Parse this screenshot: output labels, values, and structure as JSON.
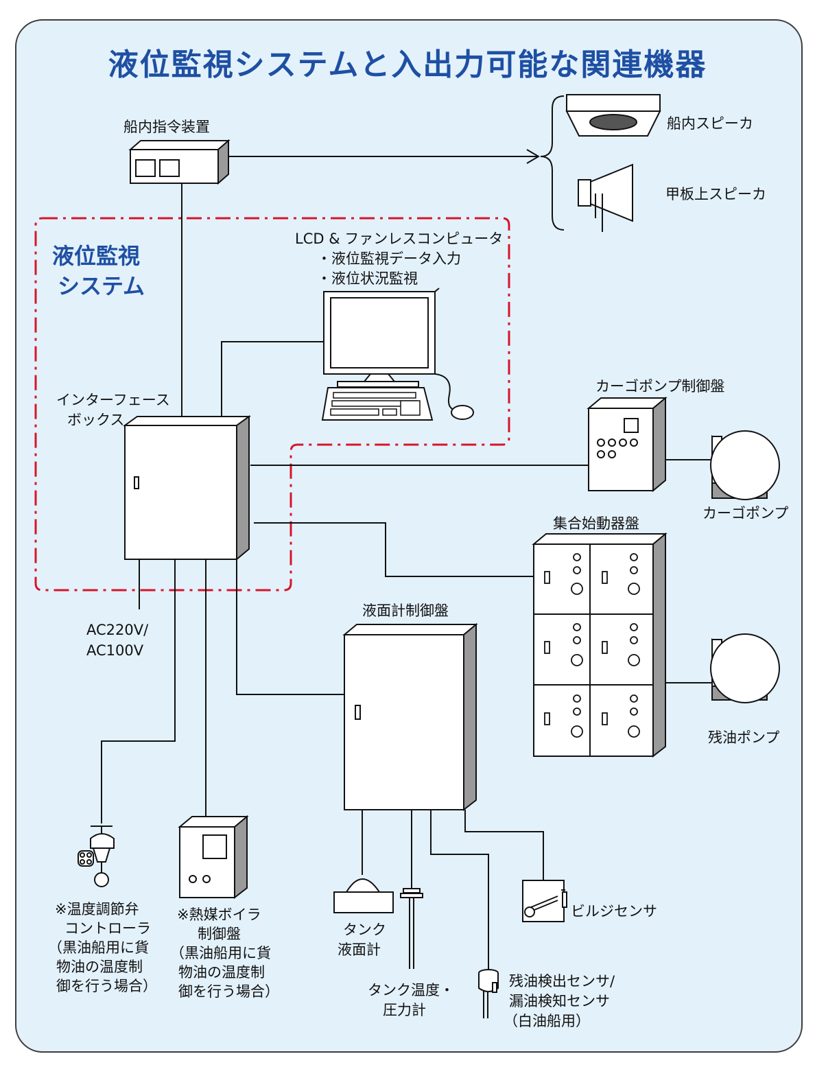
{
  "title": "液位監視システムと入出力可能な関連機器",
  "system_label": [
    "液位監視",
    "システム"
  ],
  "devices": {
    "command_unit": "船内指令装置",
    "speaker_inner": "船内スピーカ",
    "speaker_deck": "甲板上スピーカ",
    "computer": "LCD & ファンレスコンピュータ",
    "computer_func1": "・液位監視データ入力",
    "computer_func2": "・液位状況監視",
    "interface_box": [
      "インターフェース",
      "ボックス"
    ],
    "cargo_pump_panel": "カーゴポンプ制御盤",
    "cargo_pump": "カーゴポンプ",
    "starter_panel": "集合始動器盤",
    "residual_pump": "残油ポンプ",
    "power": [
      "AC220V/",
      "AC100V"
    ],
    "level_gauge_panel": "液面計制御盤",
    "temp_valve": [
      "※温度調節弁",
      "コントローラ",
      "（黒油船用に貨",
      "物油の温度制",
      "御を行う場合）"
    ],
    "boiler_panel": [
      "※熱媒ボイラ",
      "制御盤",
      "（黒油船用に貨",
      "物油の温度制",
      "御を行う場合）"
    ],
    "tank_level": [
      "タンク",
      "液面計"
    ],
    "tank_temp": [
      "タンク温度・",
      "圧力計"
    ],
    "bilge_sensor": "ビルジセンサ",
    "residual_sensor": [
      "残油検出センサ/",
      "漏油検知センサ",
      "（白油船用）"
    ]
  }
}
